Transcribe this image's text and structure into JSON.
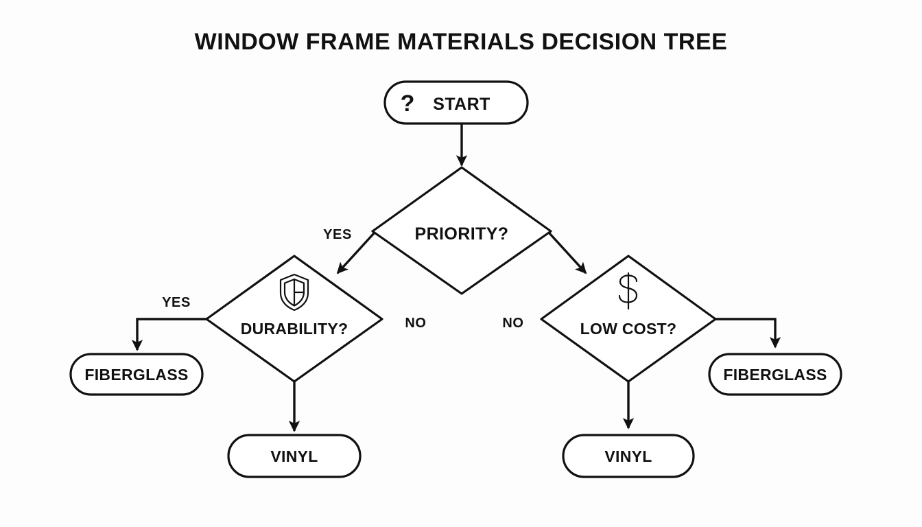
{
  "diagram": {
    "title": "WINDOW FRAME MATERIALS DECISION TREE",
    "background_color": "#fdfdfd",
    "line_color": "#111111",
    "shape_fill": "#ffffff",
    "type": "decision-tree-flowchart",
    "nodes": [
      {
        "id": "start",
        "shape": "pill",
        "label": "START",
        "icon": "question-mark-icon"
      },
      {
        "id": "priority",
        "shape": "diamond",
        "label": "PRIORITY?",
        "icon": "none"
      },
      {
        "id": "durability",
        "shape": "diamond",
        "label": "DURABILITY?",
        "icon": "shield-icon"
      },
      {
        "id": "lowcost",
        "shape": "diamond",
        "label": "LOW COST?",
        "icon": "dollar-icon"
      },
      {
        "id": "fiberglass_l",
        "shape": "pill",
        "label": "FIBERGLASS",
        "icon": "none"
      },
      {
        "id": "vinyl_l",
        "shape": "pill",
        "label": "VINYL",
        "icon": "none"
      },
      {
        "id": "vinyl_r",
        "shape": "pill",
        "label": "VINYL",
        "icon": "none"
      },
      {
        "id": "fiberglass_r",
        "shape": "pill",
        "label": "FIBERGLASS",
        "icon": "none"
      }
    ],
    "edges": [
      {
        "from": "start",
        "to": "priority",
        "label": ""
      },
      {
        "from": "priority",
        "to": "durability",
        "label": "YES"
      },
      {
        "from": "priority",
        "to": "lowcost",
        "label": "NO"
      },
      {
        "from": "durability",
        "to": "fiberglass_l",
        "label": "YES"
      },
      {
        "from": "durability",
        "to": "vinyl_l",
        "label": "NO"
      },
      {
        "from": "lowcost",
        "to": "vinyl_r",
        "label": "NO"
      },
      {
        "from": "lowcost",
        "to": "fiberglass_r",
        "label": "NO"
      }
    ],
    "labels": {
      "yes_priority": "YES",
      "no_priority": "NO",
      "yes_durability": "YES",
      "no_lowcost": "NO",
      "start": "START",
      "start_glyph": "?",
      "priority": "PRIORITY?",
      "durability": "DURABILITY?",
      "lowcost": "LOW COST?",
      "fiberglass_left": "FIBERGLASS",
      "vinyl_left": "VINYL",
      "vinyl_right": "VINYL",
      "fiberglass_right": "FIBERGLASS"
    }
  }
}
